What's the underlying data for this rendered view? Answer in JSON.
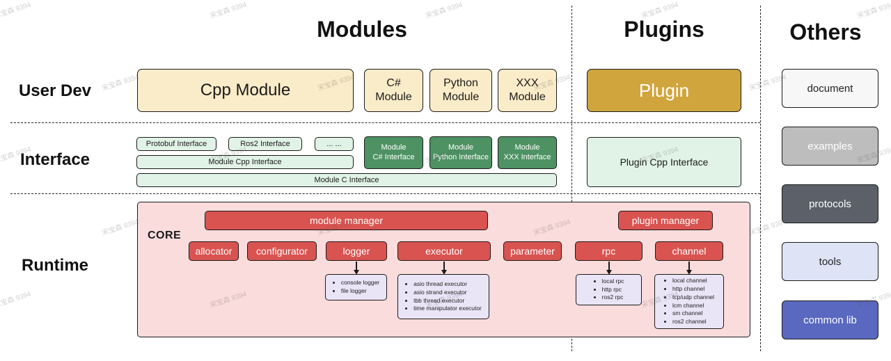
{
  "watermark": {
    "text": "宋宝森 9394"
  },
  "headers": {
    "modules": "Modules",
    "plugins": "Plugins",
    "others": "Others"
  },
  "row_labels": {
    "user_dev": "User Dev",
    "interface": "Interface",
    "runtime": "Runtime"
  },
  "user_dev": {
    "cpp_module": "Cpp Module",
    "csharp_module": "C#\nModule",
    "python_module": "Python\nModule",
    "xxx_module": "XXX\nModule",
    "plugin": "Plugin"
  },
  "interface": {
    "protobuf": "Protobuf Interface",
    "ros2": "Ros2 Interface",
    "ellipsis": "... ...",
    "module_cpp": "Module Cpp Interface",
    "module_c": "Module C Interface",
    "module_csharp": "Module\nC# Interface",
    "module_python": "Module\nPython Interface",
    "module_xxx": "Module\nXXX Interface",
    "plugin_cpp": "Plugin Cpp Interface"
  },
  "runtime": {
    "core": "CORE",
    "module_manager": "module manager",
    "plugin_manager": "plugin manager",
    "components": [
      "allocator",
      "configurator",
      "logger",
      "executor",
      "parameter",
      "rpc",
      "channel"
    ],
    "logger_impls": [
      "console logger",
      "file logger"
    ],
    "executor_impls": [
      "asio thread executor",
      "asio strand executor",
      "tbb thread executor",
      "time manipulator executor"
    ],
    "rpc_impls": [
      "local rpc",
      "http rpc",
      "ros2 rpc"
    ],
    "channel_impls": [
      "local channel",
      "http channel",
      "tcp/udp channel",
      "lcm channel",
      "sm channel",
      "ros2 channel"
    ]
  },
  "others": {
    "items": [
      {
        "label": "document",
        "bg": "#F7F7F7",
        "fg": "#222222"
      },
      {
        "label": "examples",
        "bg": "#BDBDBD",
        "fg": "#FFFFFF"
      },
      {
        "label": "protocols",
        "bg": "#5B6069",
        "fg": "#FFFFFF"
      },
      {
        "label": "tools",
        "bg": "#DEE3F6",
        "fg": "#222222"
      },
      {
        "label": "common lib",
        "bg": "#5A68C0",
        "fg": "#FFFFFF"
      }
    ]
  },
  "colors": {
    "module_box": "#FAECC8",
    "plugin_box": "#D0A53E",
    "interface_light": "#E1F3E6",
    "interface_dark": "#4E9263",
    "core_bg": "#FBDCDC",
    "component_red": "#D95350",
    "impl_box": "#EAE4F7"
  }
}
